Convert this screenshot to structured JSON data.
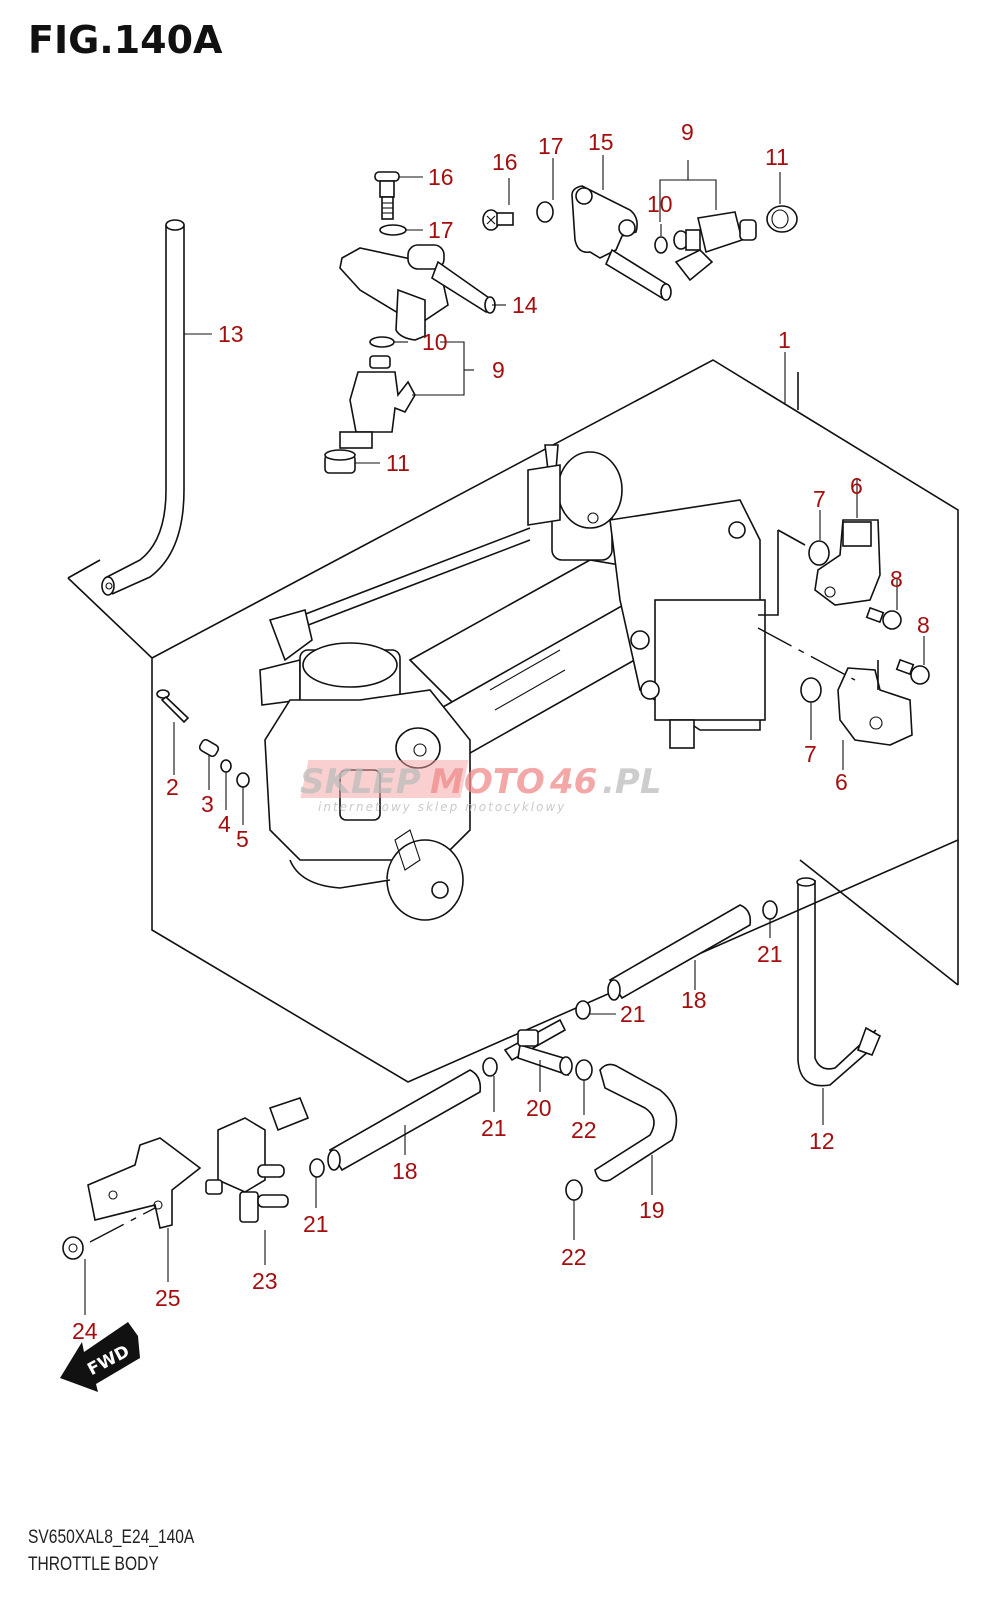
{
  "figure": {
    "title": "FIG.140A",
    "code": "SV650XAL8_E24_140A",
    "name": "THROTTLE BODY"
  },
  "watermark": {
    "brand_left": "SKLEP",
    "brand_mid": "MOTO",
    "brand_num": "46",
    "brand_tld": ".PL",
    "tagline": "internetowy sklep motocyklowy",
    "accent_color": "#f4a0a0"
  },
  "colors": {
    "label": "#a50e0e",
    "line": "#111111",
    "background": "#ffffff"
  },
  "fwd_badge": "FWD",
  "callouts": [
    {
      "id": "c1",
      "ref": "1",
      "part": "throttle-body-assembly"
    },
    {
      "id": "c2",
      "ref": "2",
      "part": "screw"
    },
    {
      "id": "c3",
      "ref": "3",
      "part": "spring"
    },
    {
      "id": "c4",
      "ref": "4",
      "part": "washer"
    },
    {
      "id": "c5",
      "ref": "5",
      "part": "o-ring"
    },
    {
      "id": "c6a",
      "ref": "6",
      "part": "sensor-upper"
    },
    {
      "id": "c6b",
      "ref": "6",
      "part": "sensor-lower"
    },
    {
      "id": "c7a",
      "ref": "7",
      "part": "o-ring-upper"
    },
    {
      "id": "c7b",
      "ref": "7",
      "part": "o-ring-lower"
    },
    {
      "id": "c8a",
      "ref": "8",
      "part": "screw-upper"
    },
    {
      "id": "c8b",
      "ref": "8",
      "part": "screw-lower"
    },
    {
      "id": "c9a",
      "ref": "9",
      "part": "fuel-injector-top"
    },
    {
      "id": "c9b",
      "ref": "9",
      "part": "fuel-injector-left"
    },
    {
      "id": "c10a",
      "ref": "10",
      "part": "o-ring-injector-top"
    },
    {
      "id": "c10b",
      "ref": "10",
      "part": "o-ring-injector-left"
    },
    {
      "id": "c11a",
      "ref": "11",
      "part": "cushion-top"
    },
    {
      "id": "c11b",
      "ref": "11",
      "part": "cushion-left"
    },
    {
      "id": "c12",
      "ref": "12",
      "part": "hose-j"
    },
    {
      "id": "c13",
      "ref": "13",
      "part": "hose-long"
    },
    {
      "id": "c14",
      "ref": "14",
      "part": "delivery-pipe-left"
    },
    {
      "id": "c15",
      "ref": "15",
      "part": "delivery-pipe-right"
    },
    {
      "id": "c16a",
      "ref": "16",
      "part": "bolt-left"
    },
    {
      "id": "c16b",
      "ref": "16",
      "part": "bolt-right"
    },
    {
      "id": "c17a",
      "ref": "17",
      "part": "washer-left"
    },
    {
      "id": "c17b",
      "ref": "17",
      "part": "washer-right"
    },
    {
      "id": "c18a",
      "ref": "18",
      "part": "hose-upper"
    },
    {
      "id": "c18b",
      "ref": "18",
      "part": "hose-lower"
    },
    {
      "id": "c19",
      "ref": "19",
      "part": "hose-bent"
    },
    {
      "id": "c20",
      "ref": "20",
      "part": "t-joint"
    },
    {
      "id": "c21a",
      "ref": "21",
      "part": "clamp-a"
    },
    {
      "id": "c21b",
      "ref": "21",
      "part": "clamp-b"
    },
    {
      "id": "c21c",
      "ref": "21",
      "part": "clamp-c"
    },
    {
      "id": "c21d",
      "ref": "21",
      "part": "clamp-d"
    },
    {
      "id": "c22a",
      "ref": "22",
      "part": "clamp-e"
    },
    {
      "id": "c22b",
      "ref": "22",
      "part": "clamp-f"
    },
    {
      "id": "c23",
      "ref": "23",
      "part": "solenoid-valve"
    },
    {
      "id": "c24",
      "ref": "24",
      "part": "nut"
    },
    {
      "id": "c25",
      "ref": "25",
      "part": "bracket"
    }
  ]
}
